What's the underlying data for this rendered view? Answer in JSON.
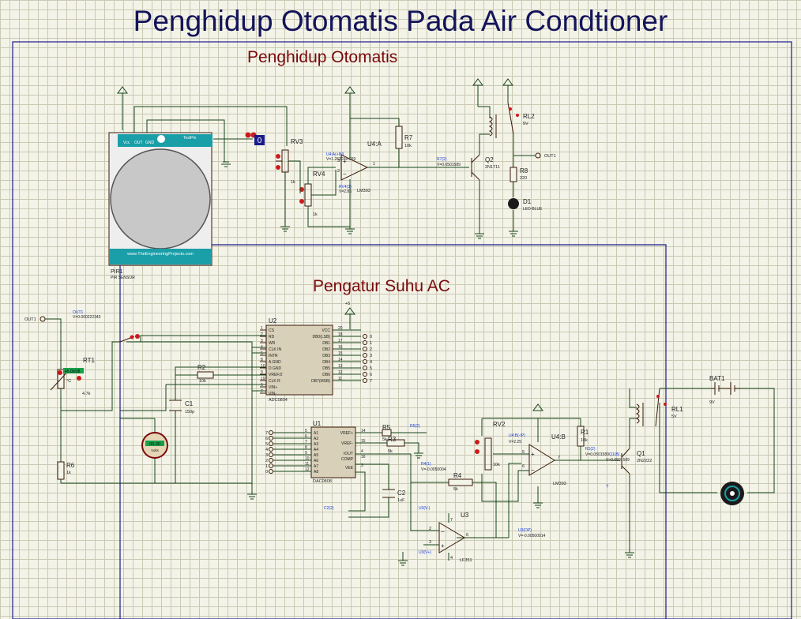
{
  "title": "Penghidup Otomatis Pada Air Condtioner",
  "sections": {
    "auto_on": "Penghidup Otomatis",
    "temp_control": "Pengatur Suhu AC"
  },
  "colors": {
    "background": "#f3f3e8",
    "grid": "#c9c9b4",
    "title": "#14145a",
    "section_label": "#7a0a0a",
    "border": "#1a1a8c",
    "wire": "#174417",
    "component": "#3a1a0a",
    "chip_fill": "#d8d0b8",
    "pir_header": "#1a9ea8",
    "probe": "#1a3ad8",
    "led": "#1a1a1a",
    "meter_display": "#1aa04a"
  },
  "pir": {
    "pins": [
      "Vcc",
      "OUT",
      "GND"
    ],
    "test_pin": "TestPin",
    "logic_state": "0",
    "website": "www.TheEngineeringProjects.com",
    "ref": "PIR1",
    "name": "PIR SENSOR"
  },
  "top": {
    "rv3": {
      "ref": "RV3",
      "value": "1k"
    },
    "rv4": {
      "ref": "RV4",
      "value": "1k"
    },
    "u4a": {
      "ref": "U4:A",
      "part": "LM393",
      "pin_plus": "3",
      "pin_minus": "2",
      "pin_out": "1",
      "probe_in_plus": "U4:A(+IN)",
      "value_in_plus": "V=1.26203e-009",
      "probe_rv4": "RV4(3)",
      "value_rv4": "V=2.86"
    },
    "r7": {
      "ref": "R7",
      "value": "10k"
    },
    "r7_probe": {
      "label": "R7(2)",
      "value": "V=0.0501589"
    },
    "q2": {
      "ref": "Q2",
      "part": "2N1711"
    },
    "rl2": {
      "ref": "RL2",
      "value": "5V"
    },
    "r8": {
      "ref": "R8",
      "value": "220"
    },
    "d1": {
      "ref": "D1",
      "part": "LED-BLUE"
    },
    "out1": "OUT1"
  },
  "bottom": {
    "out1_terminal": "OUT1",
    "out1_probe": {
      "label": "OUT1",
      "value": "V=0.000222343"
    },
    "rt1": {
      "ref": "RT1",
      "temp": "45.00/38",
      "unit": "°C",
      "value": "4.7k"
    },
    "r2": {
      "ref": "R2",
      "value": "10k"
    },
    "c1": {
      "ref": "C1",
      "value": "150p"
    },
    "r6": {
      "ref": "R6",
      "value": "1k"
    },
    "volts_meter": {
      "display": "00.00",
      "unit": "Volts"
    },
    "u2": {
      "ref": "U2",
      "part": "ADC0804",
      "vcc_pin": "20",
      "supply": "+5",
      "left_pins": [
        {
          "n": "1",
          "name": "CS"
        },
        {
          "n": "2",
          "name": "RD"
        },
        {
          "n": "3",
          "name": "WR"
        },
        {
          "n": "4",
          "name": "CLK IN"
        },
        {
          "n": "5",
          "name": "INTR"
        },
        {
          "n": "8",
          "name": "A GND"
        },
        {
          "n": "10",
          "name": "D GND"
        },
        {
          "n": "9",
          "name": "VREF/2"
        },
        {
          "n": "19",
          "name": "CLK R"
        },
        {
          "n": "6",
          "name": "VIN+"
        },
        {
          "n": "7",
          "name": "VIN-"
        }
      ],
      "right_pins": [
        {
          "name": "VCC",
          "n": "20"
        },
        {
          "name": "DB0(LSB)",
          "n": "18"
        },
        {
          "name": "DB1",
          "n": "17"
        },
        {
          "name": "DB2",
          "n": "16"
        },
        {
          "name": "DB3",
          "n": "15"
        },
        {
          "name": "DB4",
          "n": "14"
        },
        {
          "name": "DB5",
          "n": "13"
        },
        {
          "name": "DB6",
          "n": "12"
        },
        {
          "name": "DB7(MSB)",
          "n": "11"
        }
      ],
      "bus_labels": [
        "0",
        "1",
        "2",
        "3",
        "4",
        "5",
        "6",
        "7"
      ]
    },
    "u1": {
      "ref": "U1",
      "part": "DAC0808",
      "left_pins": [
        {
          "n": "5",
          "name": "A1"
        },
        {
          "n": "6",
          "name": "A2"
        },
        {
          "n": "7",
          "name": "A3"
        },
        {
          "n": "8",
          "name": "A4"
        },
        {
          "n": "9",
          "name": "A5"
        },
        {
          "n": "10",
          "name": "A6"
        },
        {
          "n": "11",
          "name": "A7"
        },
        {
          "n": "12",
          "name": "A8"
        }
      ],
      "right_pins": [
        {
          "name": "VREF+",
          "n": "14"
        },
        {
          "name": "VREF-",
          "n": "15"
        },
        {
          "name": "IOUT",
          "n": "4"
        },
        {
          "name": "COMP",
          "n": "16"
        },
        {
          "name": "VEE",
          "n": "3"
        }
      ],
      "bus_labels": [
        "7",
        "6",
        "5",
        "4",
        "3",
        "2",
        "1",
        "0"
      ]
    },
    "r5": {
      "ref": "R5",
      "value": "5k",
      "probe": "R5(2)"
    },
    "r3": {
      "ref": "R3",
      "value": "5k"
    },
    "r4": {
      "ref": "R4",
      "value": "5k",
      "probe": "R4(1)",
      "probe_value": "V=-0.0050004"
    },
    "c2": {
      "ref": "C2",
      "value": "1uF",
      "probe": "C2(2)"
    },
    "u3": {
      "ref": "U3",
      "part": "LF351",
      "probe_minus": "U3(V-)",
      "probe_plus": "U3(V+)",
      "probe_out": "U3(OP)",
      "probe_out_value": "V=-0.00500014",
      "pin_minus": "2",
      "pin_plus": "3",
      "pin_out": "6",
      "pin_v_top": "7",
      "pin_v_bot": "4"
    },
    "rv2": {
      "ref": "RV2",
      "value": "10k"
    },
    "u4b": {
      "ref": "U4:B",
      "part": "LM393",
      "probe": "U4:B(-IP)",
      "probe_value": "V=2.25",
      "pin_plus": "5",
      "pin_minus": "6",
      "pin_out": "7"
    },
    "r1": {
      "ref": "R1",
      "value": "10k",
      "probe": "R1(2)",
      "probe_value": "V=0.0501589",
      "probe_q1": "Q1(B)",
      "probe_q1_value": "V=0.0501589"
    },
    "q1": {
      "ref": "Q1",
      "part": "2N2222"
    },
    "rl1": {
      "ref": "RL1",
      "value": "5V"
    },
    "bat1": {
      "ref": "BAT1",
      "value": "9V"
    },
    "question_probe": "?"
  }
}
